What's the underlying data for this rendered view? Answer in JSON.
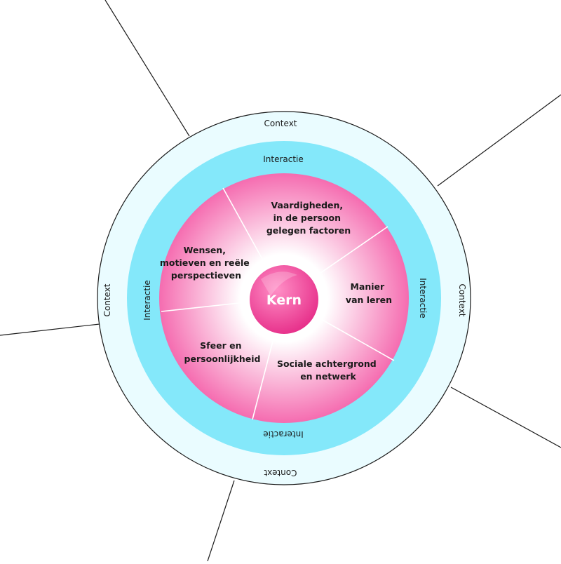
{
  "colors": {
    "context_ring": "#eafcff",
    "interactie_ring": "#84e8fa",
    "segment_center": "#ffffff",
    "segment_edge": "#f56cb0",
    "core_light": "#ff8fc6",
    "core_dark": "#e62c88",
    "ring_border": "#1a1a1a",
    "connector_lines": "#1a1a1a",
    "segment_dividers": "#ffffff"
  },
  "rings": {
    "context": {
      "top": "Context",
      "right": "Context",
      "bottom": "Context",
      "left": "Context"
    },
    "interactie": {
      "top": "Interactie",
      "right": "Interactie",
      "bottom": "Interactie",
      "left": "Interactie"
    }
  },
  "core": {
    "label": "Kern"
  },
  "segments": [
    {
      "lines": [
        "Vaardigheden,",
        "in de persoon",
        "gelegen factoren"
      ]
    },
    {
      "lines": [
        "Manier",
        "van leren"
      ]
    },
    {
      "lines": [
        "Sociale achtergrond",
        "en netwerk"
      ]
    },
    {
      "lines": [
        "Sfeer en",
        "persoonlijkheid"
      ]
    },
    {
      "lines": [
        "Wensen,",
        "motieven en reële",
        "perspectieven"
      ]
    }
  ]
}
